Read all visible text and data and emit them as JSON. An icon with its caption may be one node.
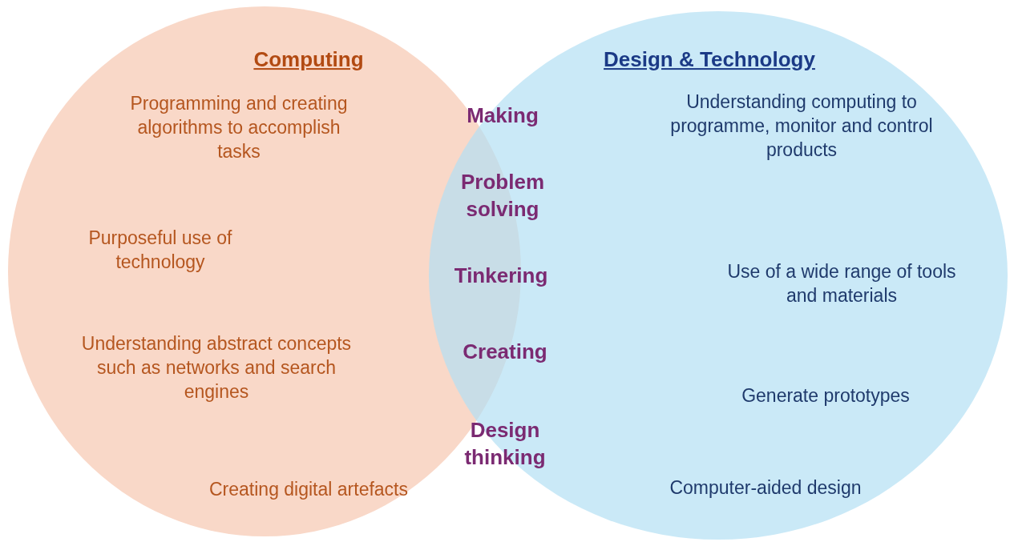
{
  "diagram": {
    "nodes": [
      {
        "text": [
          "Computing",
          "Programming and creating algorithms to accomplish tasks",
          "Purposeful use of technology",
          "Understanding abstract concepts such as networks and search engines",
          "Creating digital artefacts"
        ]
      },
      {
        "text": [
          "Design & Technology",
          "Understanding computing to programme, monitor and control products",
          "Use of a wide range of tools and materials",
          "Generate prototypes",
          "Computer-aided design"
        ]
      }
    ],
    "labels": [
      "Making",
      "Problem solving",
      "Tinkering",
      "Creating",
      "Design thinking"
    ]
  }
}
